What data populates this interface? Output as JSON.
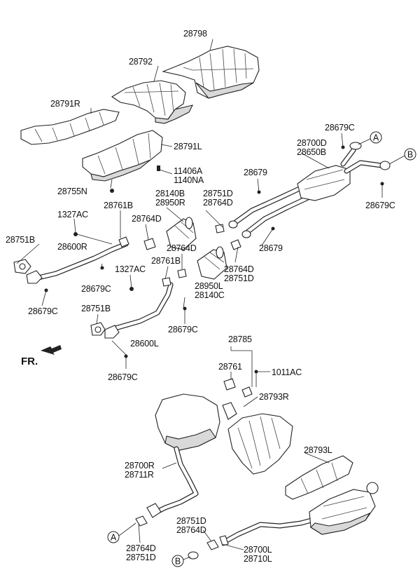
{
  "labels": {
    "l28798": "28798",
    "l28792": "28792",
    "l28791R": "28791R",
    "l28791L": "28791L",
    "l11406A": "11406A",
    "l1140NA": "1140NA",
    "l28755N": "28755N",
    "l28679C_a": "28679C",
    "l28700D": "28700D",
    "l28650B": "28650B",
    "l28679_a": "28679",
    "l28679C_b": "28679C",
    "l28140B": "28140B",
    "l28950R": "28950R",
    "l28751D_a": "28751D",
    "l28764D_a": "28764D",
    "l1327AC_a": "1327AC",
    "l28761B_a": "28761B",
    "l28764D_b": "28764D",
    "l28751B_a": "28751B",
    "l28600R": "28600R",
    "l28764D_c": "28764D",
    "l28679_b": "28679",
    "l1327AC_b": "1327AC",
    "l28761B_b": "28761B",
    "l28679C_c": "28679C",
    "l28764D_d": "28764D",
    "l28751D_b": "28751D",
    "l28950L": "28950L",
    "l28140C": "28140C",
    "l28679C_d": "28679C",
    "l28751B_b": "28751B",
    "l28600L": "28600L",
    "l28679C_e": "28679C",
    "l28679C_f": "28679C",
    "l28785": "28785",
    "l28761": "28761",
    "l1011AC": "1011AC",
    "l28793R": "28793R",
    "l28793L": "28793L",
    "l28700R": "28700R",
    "l28711R": "28711R",
    "l28751D_c": "28751D",
    "l28764D_e": "28764D",
    "l28764D_f": "28764D",
    "l28751D_d": "28751D",
    "l28700L": "28700L",
    "l28710L": "28710L",
    "fr": "FR."
  },
  "callouts": {
    "a1": "A",
    "b1": "B",
    "a2": "A",
    "b2": "B"
  }
}
